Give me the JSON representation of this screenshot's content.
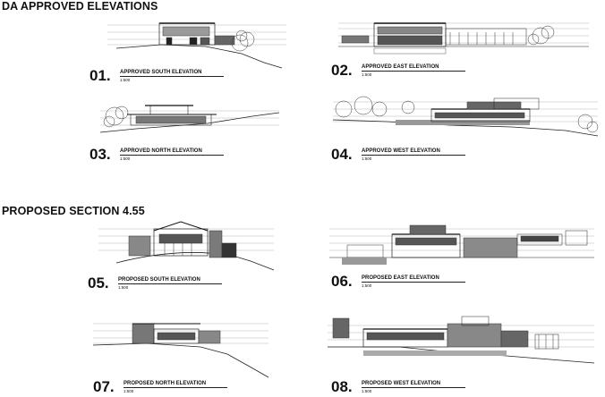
{
  "sections": {
    "approved_title": "DA APPROVED ELEVATIONS",
    "proposed_title": "PROPOSED SECTION 4.55"
  },
  "elevations": [
    {
      "number": "01.",
      "title": "APPROVED SOUTH ELEVATION",
      "scale": "1:500"
    },
    {
      "number": "02.",
      "title": "APPROVED EAST ELEVATION",
      "scale": "1:500"
    },
    {
      "number": "03.",
      "title": "APPROVED NORTH ELEVATION",
      "scale": "1:500"
    },
    {
      "number": "04.",
      "title": "APPROVED WEST ELEVATION",
      "scale": "1:500"
    },
    {
      "number": "05.",
      "title": "PROPOSED SOUTH ELEVATION",
      "scale": "1:500"
    },
    {
      "number": "06.",
      "title": "PROPOSED EAST ELEVATION",
      "scale": "1:500"
    },
    {
      "number": "07.",
      "title": "PROPOSED NORTH ELEVATION",
      "scale": "1:500"
    },
    {
      "number": "08.",
      "title": "PROPOSED WEST ELEVATION",
      "scale": "1:500"
    }
  ]
}
